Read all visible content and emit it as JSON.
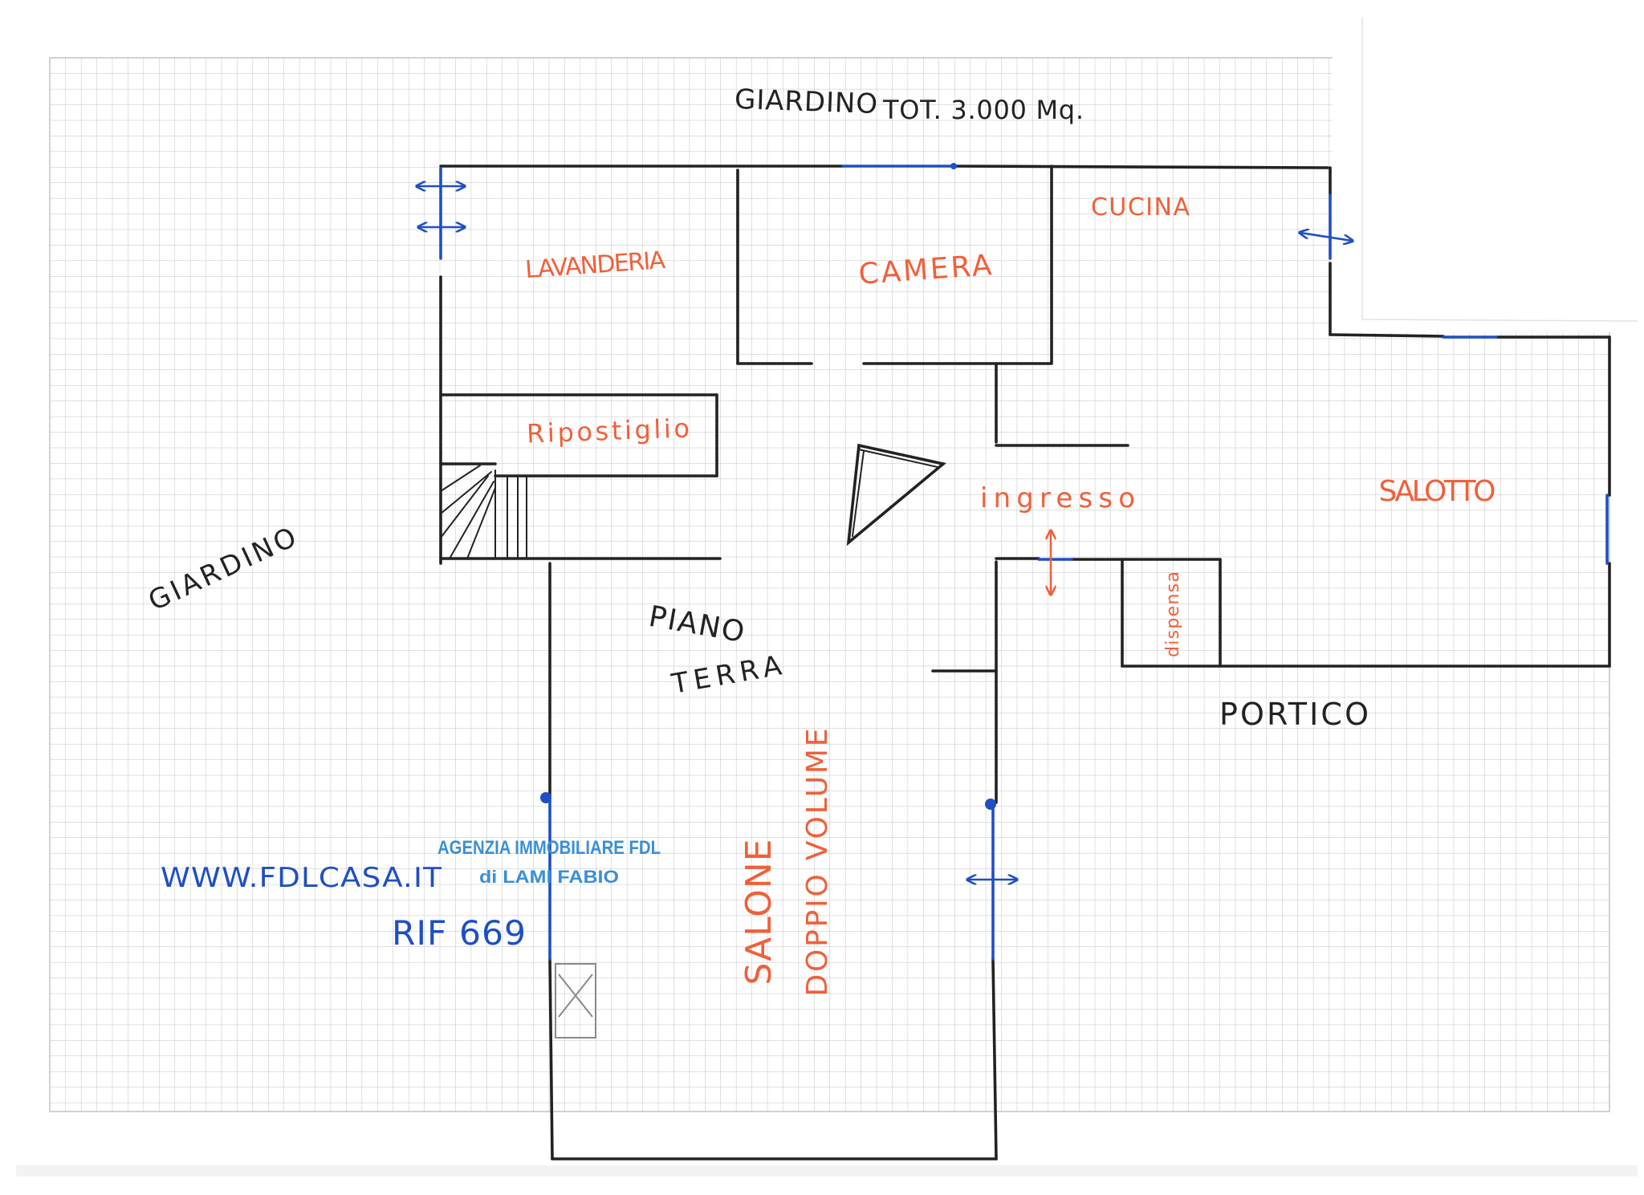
{
  "title": {
    "line1": "PIANO",
    "line2": "TERRA"
  },
  "exterior": {
    "garden_top": "GIARDINO",
    "garden_area": "TOT. 3.000 Mq.",
    "garden_left": "GIARDINO",
    "portico": "PORTICO"
  },
  "rooms": {
    "laundry": "LAVANDERIA",
    "bedroom": "CAMERA",
    "kitchen": "CUCINA",
    "storage": "Ripostiglio",
    "entrance": "ingresso",
    "living_room": "SALOTTO",
    "pantry": "dispensa",
    "hall": "SALONE",
    "hall_note": "DOPPIO VOLUME"
  },
  "agency": {
    "stamp_line1": "AGENZIA IMMOBILIARE FDL",
    "stamp_line2": "di LAMI FABIO",
    "website": "WWW.FDLCASA.IT",
    "reference": "RIF 669"
  },
  "icons": {
    "door_opening": "double-arrow-icon",
    "stairs": "spiral-stairs-icon",
    "chimney": "crossed-box-icon"
  },
  "colors": {
    "wall": "#222222",
    "ink-blue": "#1f4fc4",
    "room-label": "#f0603a",
    "stamp": "#3b8fd6",
    "grid": "#c2c2c2",
    "pencil": "#8a8a8a"
  }
}
